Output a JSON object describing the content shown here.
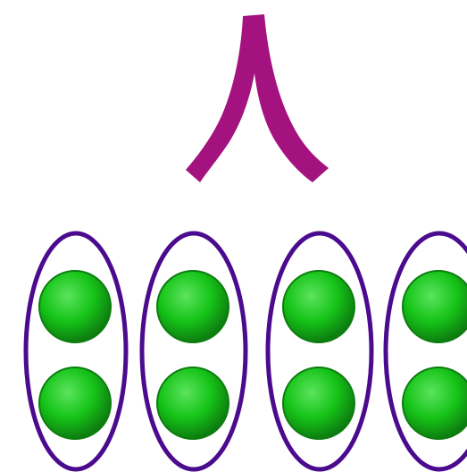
{
  "numeral": "٨",
  "groups": [
    {
      "dots": 2
    },
    {
      "dots": 2
    },
    {
      "dots": 2
    },
    {
      "dots": 2
    }
  ],
  "colors": {
    "numeral": "#a4127f",
    "oval_stroke": "#4b0b8e",
    "dot_fill": "#16c418",
    "dot_dark": "#0d7d10",
    "dot_highlight": "#5ce35f",
    "background": "#ffffff"
  }
}
